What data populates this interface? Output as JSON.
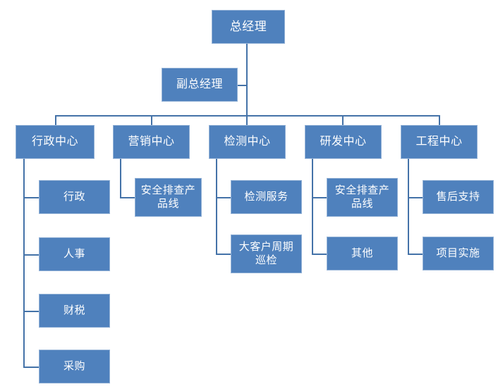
{
  "diagram": {
    "title_node": {
      "label": "总经理"
    },
    "deputy_node": {
      "label": "副总经理"
    },
    "centers": [
      {
        "label": "行政中心"
      },
      {
        "label": "营销中心"
      },
      {
        "label": "检测中心"
      },
      {
        "label": "研发中心"
      },
      {
        "label": "工程中心"
      }
    ],
    "departments": {
      "admin": [
        {
          "label": "行政"
        },
        {
          "label": "人事"
        },
        {
          "label": "财税"
        },
        {
          "label": "采购"
        }
      ],
      "marketing": [
        {
          "label": "安全排查产品线"
        }
      ],
      "testing": [
        {
          "label": "检测服务"
        },
        {
          "label": "大客户周期巡检"
        }
      ],
      "rnd": [
        {
          "label": "安全排查产品线"
        },
        {
          "label": "其他"
        }
      ],
      "engineering": [
        {
          "label": "售后支持"
        },
        {
          "label": "项目实施"
        }
      ]
    },
    "colors": {
      "node_fill": "#4f81bd",
      "node_border": "#95b3d7",
      "connector": "#4472a8",
      "node_text": "#ffffff",
      "background": "#ffffff"
    }
  }
}
